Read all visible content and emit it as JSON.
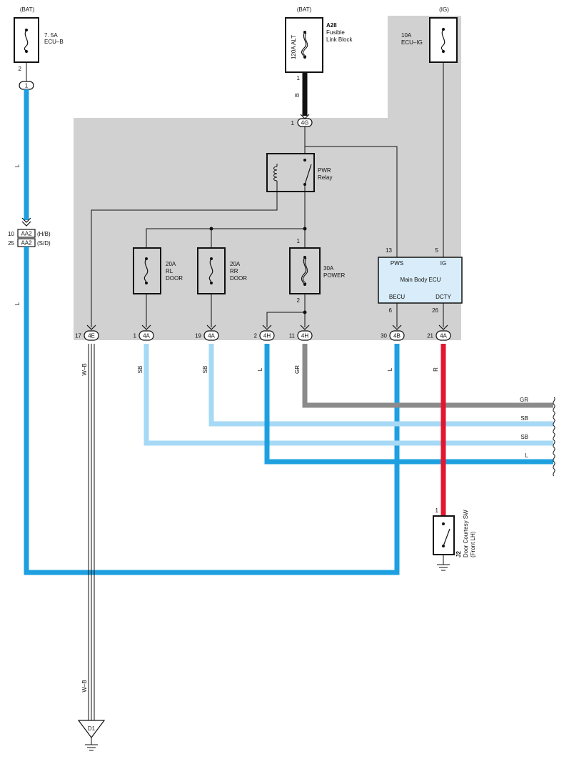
{
  "sources": {
    "bat_left": "(BAT)",
    "bat_mid": "(BAT)",
    "ig": "(IG)"
  },
  "fuses": {
    "ecu_b": {
      "rating": "7. 5A",
      "name": "ECU–B",
      "pin": "2"
    },
    "alt": {
      "rating": "120A ALT",
      "code": "A28",
      "name_line1": "Fusible",
      "name_line2": "Link Block",
      "pin": "1"
    },
    "ecu_ig": {
      "rating": "10A",
      "name": "ECU–IG"
    },
    "rl_door": {
      "line1": "20A",
      "line2": "RL",
      "line3": "DOOR"
    },
    "rr_door": {
      "line1": "20A",
      "line2": "RR",
      "line3": "DOOR"
    },
    "power": {
      "line1": "30A",
      "line2": "POWER",
      "pin_top": "1",
      "pin_bottom": "2"
    }
  },
  "relay": {
    "line1": "PWR",
    "line2": "Relay"
  },
  "ecu": {
    "name": "Main Body ECU",
    "pins": {
      "pws": "PWS",
      "ig": "IG",
      "becu": "BECU",
      "dcty": "DCTY"
    },
    "pin_numbers": {
      "pws": "13",
      "ig": "5",
      "becu": "6",
      "dcty": "26"
    }
  },
  "connectors": {
    "c1": {
      "label": "1"
    },
    "c4g": {
      "label": "4G",
      "pin": "1"
    },
    "aa2_hb": {
      "pin": "10",
      "label": "AA2",
      "note": "(H/B)"
    },
    "aa2_sd": {
      "pin": "25",
      "label": "AA2",
      "note": "(S/D)"
    },
    "c4e": {
      "pin": "17",
      "label": "4E"
    },
    "c4a_1": {
      "pin": "1",
      "label": "4A"
    },
    "c4a_19": {
      "pin": "19",
      "label": "4A"
    },
    "c4h_2": {
      "pin": "2",
      "label": "4H"
    },
    "c4h_11": {
      "pin": "11",
      "label": "4H"
    },
    "c4b": {
      "pin": "30",
      "label": "4B"
    },
    "c4a_21": {
      "pin": "21",
      "label": "4A"
    }
  },
  "wire_colors": {
    "b": "B",
    "l_main_1": "L",
    "l_main_2": "L",
    "wb_1": "W–B",
    "wb_2": "W–B",
    "sb_1": "SB",
    "sb_2": "SB",
    "l_4h": "L",
    "gr": "GR",
    "l_4b": "L",
    "r": "R",
    "right_gr": "GR",
    "right_sb_1": "SB",
    "right_sb_2": "SB",
    "right_l": "L"
  },
  "switch_j2": {
    "code": "J2",
    "line1": "Door Courtesy SW",
    "line2": "(Front LH)",
    "pin": "1"
  },
  "ground_d1": {
    "label": "D1"
  },
  "colors": {
    "light_blue": "#1ea0e0",
    "sky_blue": "#a6d9f5",
    "red": "#e2172f",
    "gray_wire": "#8b8b8b",
    "black_wire": "#111111",
    "panel": "#d1d1d1",
    "ecu_fill": "#d8ecf9"
  }
}
